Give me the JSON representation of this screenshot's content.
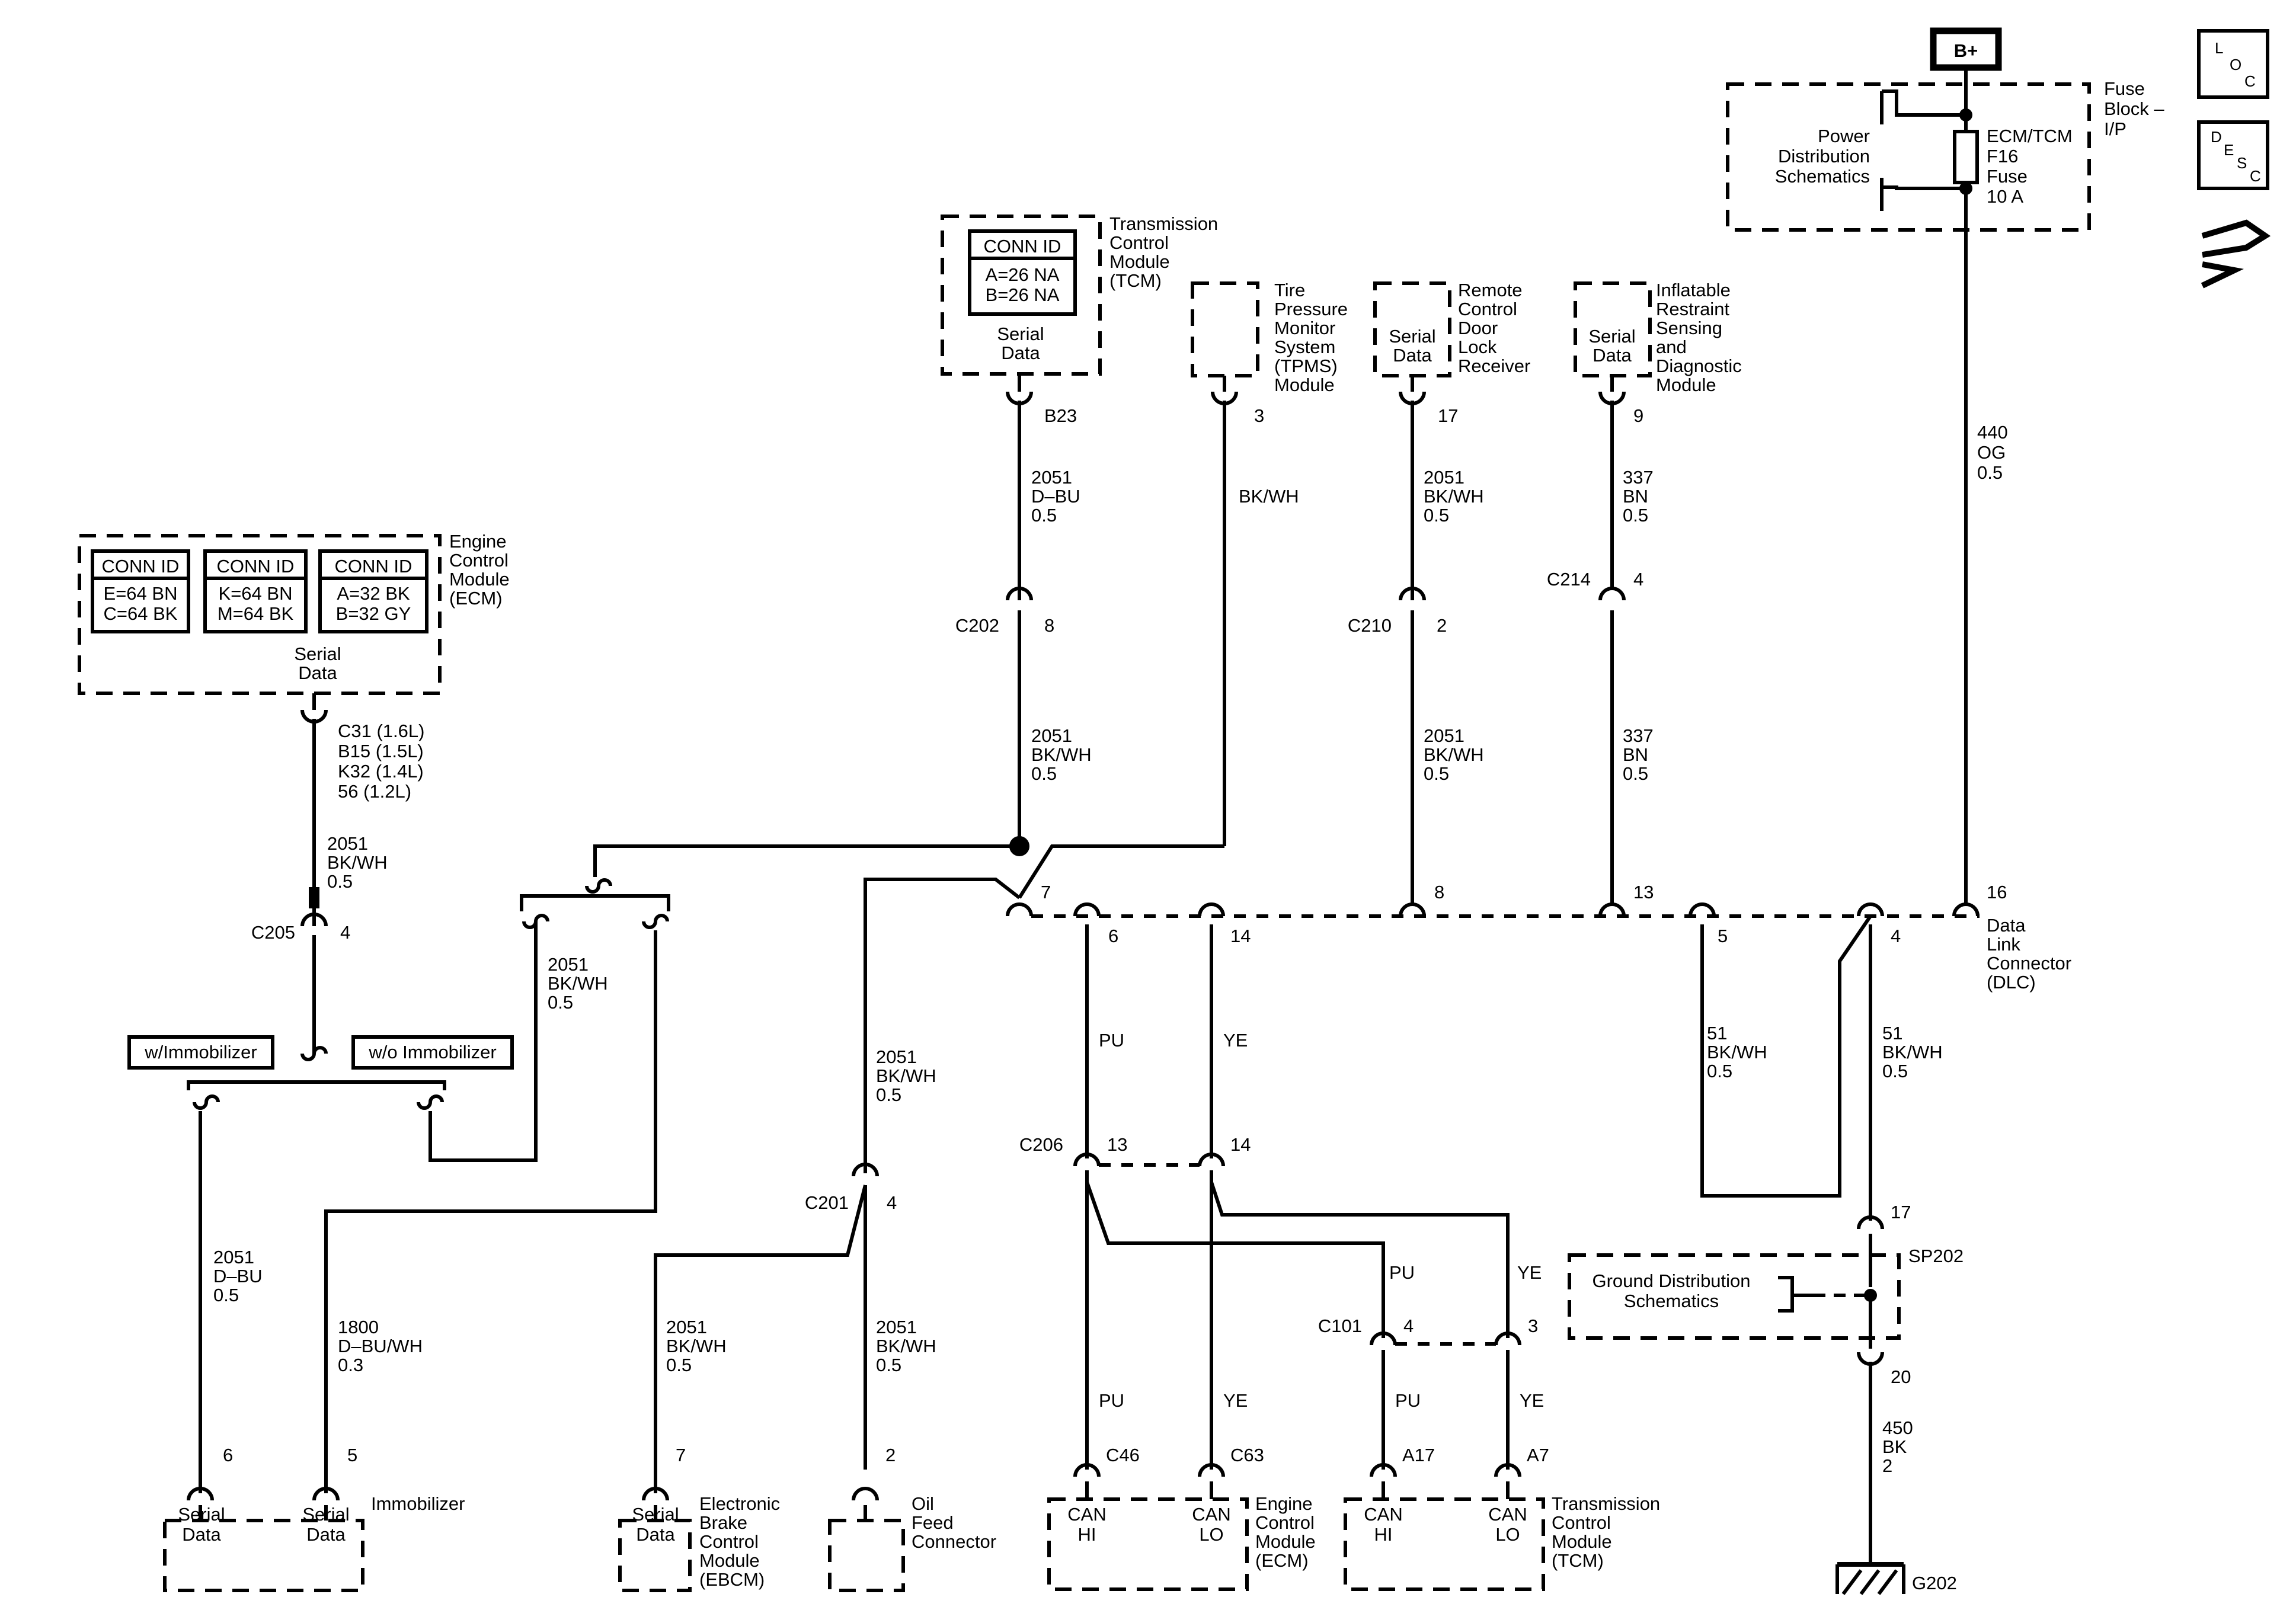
{
  "power": {
    "bplus": "B+",
    "fuse_block": [
      "Fuse",
      "Block –",
      "I/P"
    ],
    "power_dist": [
      "Power",
      "Distribution",
      "Schematics"
    ],
    "fuse": [
      "ECM/TCM",
      "F16",
      "Fuse",
      "10 A"
    ],
    "wire_440": [
      "440",
      "OG",
      "0.5"
    ]
  },
  "side_icons": {
    "loc": [
      "L",
      "O",
      "C"
    ],
    "desc": [
      "D",
      "E",
      "S",
      "C"
    ]
  },
  "tcm_top": {
    "title": [
      "Transmission",
      "Control",
      "Module",
      "(TCM)"
    ],
    "conn_header": "CONN ID",
    "conn_rows": [
      "A=26 NA",
      "B=26 NA"
    ],
    "serial": [
      "Serial",
      "Data"
    ],
    "pin": "B23",
    "wire_a": [
      "2051",
      "D–BU",
      "0.5"
    ],
    "inline_conn": "C202",
    "inline_pin": "8",
    "wire_b": [
      "2051",
      "BK/WH",
      "0.5"
    ]
  },
  "tpms": {
    "title": [
      "Tire",
      "Pressure",
      "Monitor",
      "System",
      "(TPMS)",
      "Module"
    ],
    "pin": "3",
    "wire": "BK/WH"
  },
  "rcdlr": {
    "title": [
      "Remote",
      "Control",
      "Door",
      "Lock",
      "Receiver"
    ],
    "serial": [
      "Serial",
      "Data"
    ],
    "pin": "17",
    "wire_a": [
      "2051",
      "BK/WH",
      "0.5"
    ],
    "inline_conn": "C210",
    "inline_pin": "2",
    "wire_b": [
      "2051",
      "BK/WH",
      "0.5"
    ]
  },
  "sdm": {
    "title": [
      "Inflatable",
      "Restraint",
      "Sensing",
      "and",
      "Diagnostic",
      "Module"
    ],
    "serial": [
      "Serial",
      "Data"
    ],
    "pin": "9",
    "wire_a": [
      "337",
      "BN",
      "0.5"
    ],
    "inline_conn": "C214",
    "inline_pin": "4",
    "wire_b": [
      "337",
      "BN",
      "0.5"
    ]
  },
  "ecm_top": {
    "title": [
      "Engine",
      "Control",
      "Module",
      "(ECM)"
    ],
    "conn_header": "CONN ID",
    "conn_groups": [
      [
        "E=64 BN",
        "C=64 BK"
      ],
      [
        "K=64 BN",
        "M=64 BK"
      ],
      [
        "A=32 BK",
        "B=32 GY"
      ]
    ],
    "serial": [
      "Serial",
      "Data"
    ],
    "pins": [
      "C31 (1.6L)",
      "B15 (1.5L)",
      "K32 (1.4L)",
      "56 (1.2L)"
    ],
    "wire": [
      "2051",
      "BK/WH",
      "0.5"
    ],
    "inline_conn": "C205",
    "inline_pin": "4"
  },
  "options": {
    "with_immo": "w/Immobilizer",
    "without_immo": "w/o Immobilizer"
  },
  "wires_left": {
    "mid": [
      "2051",
      "BK/WH",
      "0.5"
    ],
    "dbu": [
      "2051",
      "D–BU",
      "0.5"
    ],
    "immo_wire": [
      "1800",
      "D–BU/WH",
      "0.3"
    ]
  },
  "immobilizer": {
    "title": "Immobilizer",
    "pin_a": "6",
    "pin_b": "5",
    "serial": [
      "Serial",
      "Data"
    ]
  },
  "c201": {
    "conn": "C201",
    "pin": "4",
    "wire_in": [
      "2051",
      "BK/WH",
      "0.5"
    ],
    "wire_ebcm": [
      "2051",
      "BK/WH",
      "0.5"
    ],
    "wire_oil": [
      "2051",
      "BK/WH",
      "0.5"
    ]
  },
  "ebcm": {
    "title": [
      "Electronic",
      "Brake",
      "Control",
      "Module",
      "(EBCM)"
    ],
    "pin": "7",
    "serial": [
      "Serial",
      "Data"
    ]
  },
  "oil": {
    "title": [
      "Oil",
      "Feed",
      "Connector"
    ],
    "pin": "2"
  },
  "dlc": {
    "title": [
      "Data",
      "Link",
      "Connector",
      "(DLC)"
    ],
    "pins": [
      "7",
      "6",
      "14",
      "8",
      "13",
      "5",
      "4",
      "16"
    ],
    "wire_5": [
      "51",
      "BK/WH",
      "0.5"
    ],
    "wire_4": [
      "51",
      "BK/WH",
      "0.5"
    ]
  },
  "can": {
    "pu": "PU",
    "ye": "YE",
    "c206": "C206",
    "c206_pin_a": "13",
    "c206_pin_b": "14",
    "c101": "C101",
    "c101_pin_a": "4",
    "c101_pin_b": "3"
  },
  "ecm_bottom": {
    "title": [
      "Engine",
      "Control",
      "Module",
      "(ECM)"
    ],
    "pin_hi": "C46",
    "pin_lo": "C63",
    "hi": [
      "CAN",
      "HI"
    ],
    "lo": [
      "CAN",
      "LO"
    ]
  },
  "tcm_bottom": {
    "title": [
      "Transmission",
      "Control",
      "Module",
      "(TCM)"
    ],
    "pin_hi": "A17",
    "pin_lo": "A7",
    "hi": [
      "CAN",
      "HI"
    ],
    "lo": [
      "CAN",
      "LO"
    ]
  },
  "ground": {
    "gd": [
      "Ground Distribution",
      "Schematics"
    ],
    "sp202": "SP202",
    "pin_17": "17",
    "pin_20": "20",
    "wire": [
      "450",
      "BK",
      "2"
    ],
    "g202": "G202"
  }
}
